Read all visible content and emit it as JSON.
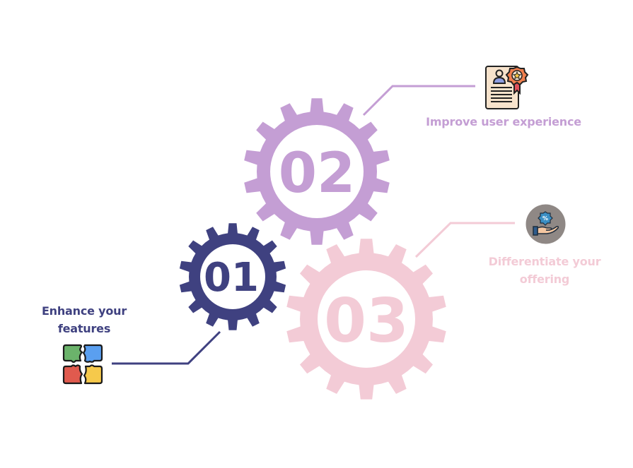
{
  "colors": {
    "step1": "#3f4180",
    "step2": "#c49ed4",
    "step3": "#f3cbd6",
    "background": "#ffffff"
  },
  "steps": [
    {
      "number": "01",
      "label_line1": "Enhance your",
      "label_line2": "features",
      "icon": "puzzle-pieces-icon",
      "color": "#3f4180"
    },
    {
      "number": "02",
      "label_line1": "Improve user experience",
      "label_line2": "",
      "icon": "certificate-award-icon",
      "color": "#c49ed4"
    },
    {
      "number": "03",
      "label_line1": "Differentiate your",
      "label_line2": "offering",
      "icon": "hand-discount-badge-icon",
      "color": "#f3cbd6"
    }
  ]
}
